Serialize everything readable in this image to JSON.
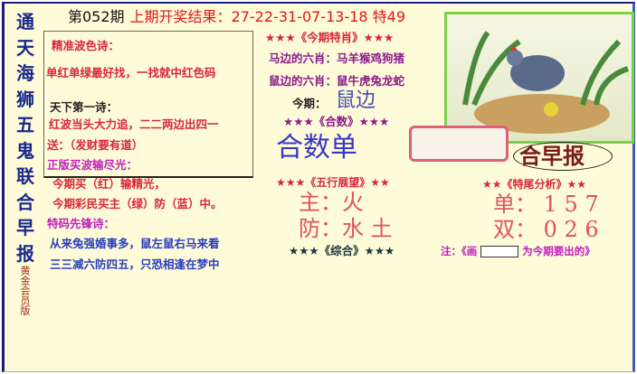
{
  "side_title": [
    "通",
    "天",
    "海",
    "狮",
    "五",
    "鬼",
    "联",
    "合",
    "早",
    "报"
  ],
  "side_subtitle": "黄金会员版",
  "header": {
    "issue": "第052期",
    "result": "上期开奖结果：27-22-31-07-13-18 特49"
  },
  "poem": {
    "title1": "精准波色诗：",
    "line1": "单红单绿最好找，一找就中红色码",
    "title2": "天下第一诗：",
    "line2": "红波当头大力追，二二两边出四一",
    "line3": "送：（发财要有道）",
    "title3": "正版买波输尽光：",
    "line4": "今期买（红）输精光，",
    "line5": "今期彩民买主（绿）防（蓝）中。",
    "title4": "特码先锋诗：",
    "line6": "从来兔强婚事多，鼠左鼠右马来看",
    "line7": "三三减六防四五，只恐相逢在梦中"
  },
  "special": {
    "heading": "★★★《今期特肖》★★★",
    "horse": "马边的六肖：马羊猴鸡狗猪",
    "rat": "鼠边的六肖：鼠牛虎兔龙蛇",
    "this_label": "今期：",
    "this_value": "鼠边"
  },
  "sum": {
    "heading": "★★★《合数》★★★",
    "value": "合数单"
  },
  "brand": "合早报",
  "wuxing": {
    "heading": "★★★《五行展望》★★",
    "main": "主：火",
    "guard": "防：水 土"
  },
  "overall": {
    "heading": "★★★《综合》★★★"
  },
  "tail": {
    "heading": "★★《特尾分析》★★",
    "odd": "单： 1 5 7",
    "even": "双： 0 2 6"
  },
  "note": {
    "prefix": "注：《画",
    "suffix": "为今期要出的》"
  },
  "colors": {
    "red": "#e3161b",
    "blue": "#2a3dbd",
    "border": "#7bd24a"
  }
}
